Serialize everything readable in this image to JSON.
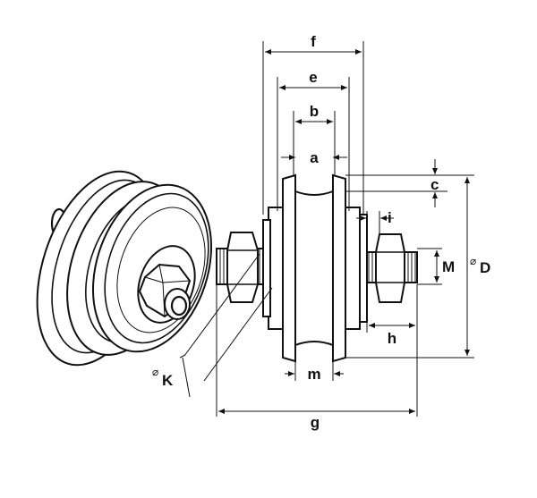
{
  "diagram": {
    "dimension_labels": {
      "f": "f",
      "e": "e",
      "b": "b",
      "a": "a",
      "c": "c",
      "i": "i",
      "M": "M",
      "D": "D",
      "h": "h",
      "m": "m",
      "g": "g",
      "K": "K"
    },
    "diameter_symbol": "⌀"
  }
}
